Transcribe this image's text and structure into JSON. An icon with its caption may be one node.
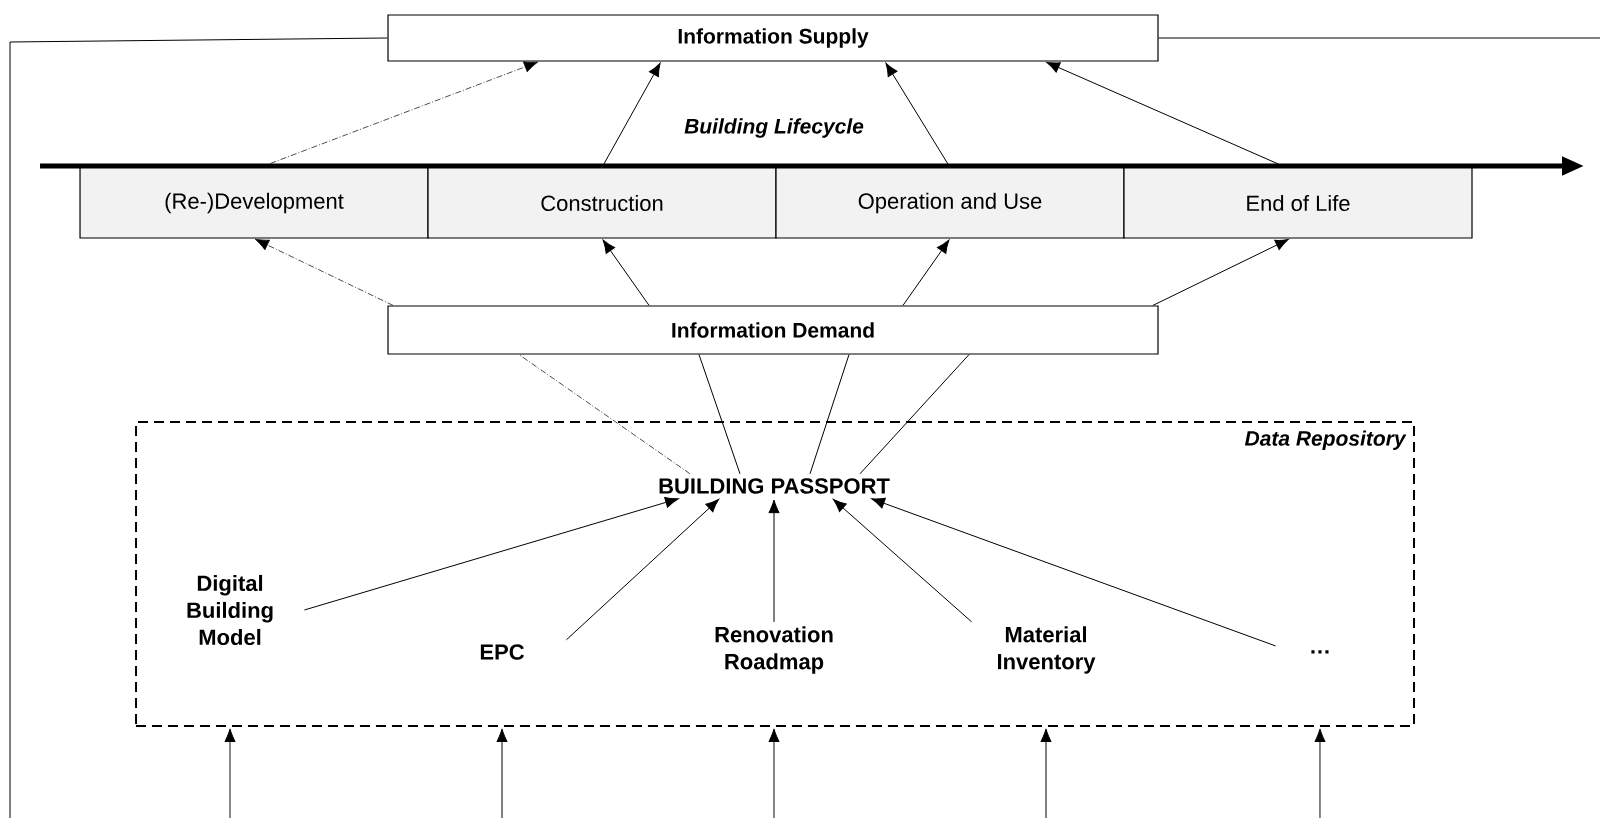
{
  "diagram": {
    "nodes": [
      {
        "text": [
          "Information Supply"
        ]
      },
      {
        "text": [
          "(Re-)Development"
        ]
      },
      {
        "text": [
          "Construction"
        ]
      },
      {
        "text": [
          "Operation and Use"
        ]
      },
      {
        "text": [
          "End of Life"
        ]
      },
      {
        "text": [
          "Information Demand"
        ]
      },
      {
        "text": [
          "Data Repository"
        ]
      },
      {
        "text": [
          "BUILDING PASSPORT"
        ],
        "in": 6
      },
      {
        "text": [
          "Digital Building Model"
        ],
        "in": 6
      },
      {
        "text": [
          "EPC"
        ],
        "in": 6
      },
      {
        "text": [
          "Renovation Roadmap"
        ],
        "in": 6
      },
      {
        "text": [
          "Material Inventory"
        ],
        "in": 6
      },
      {
        "text": [
          "…"
        ],
        "in": 6
      }
    ],
    "edges": [
      {
        "from": 1,
        "to": 0,
        "arrow": "to",
        "style": "dashed"
      },
      {
        "from": 2,
        "to": 0,
        "arrow": "to"
      },
      {
        "from": 3,
        "to": 0,
        "arrow": "to"
      },
      {
        "from": 4,
        "to": 0,
        "arrow": "to"
      },
      {
        "from": 5,
        "to": 1,
        "arrow": "to",
        "style": "dashed"
      },
      {
        "from": 5,
        "to": 2,
        "arrow": "to"
      },
      {
        "from": 5,
        "to": 3,
        "arrow": "to"
      },
      {
        "from": 5,
        "to": 4,
        "arrow": "to"
      },
      {
        "from": 7,
        "to": 5,
        "arrow": "none",
        "style": "dashed"
      },
      {
        "from": 7,
        "to": 5,
        "arrow": "none"
      },
      {
        "from": 7,
        "to": 5,
        "arrow": "none"
      },
      {
        "from": 7,
        "to": 5,
        "arrow": "none"
      },
      {
        "from": 8,
        "to": 7,
        "arrow": "to"
      },
      {
        "from": 9,
        "to": 7,
        "arrow": "to"
      },
      {
        "from": 10,
        "to": 7,
        "arrow": "to"
      },
      {
        "from": 11,
        "to": 7,
        "arrow": "to"
      },
      {
        "from": 12,
        "to": 7,
        "arrow": "to"
      },
      {
        "from": 0,
        "to": null,
        "arrow": "none"
      },
      {
        "from": 0,
        "to": null,
        "arrow": "none"
      },
      {
        "from": null,
        "to": 6,
        "arrow": "to"
      },
      {
        "from": null,
        "to": 6,
        "arrow": "to"
      },
      {
        "from": null,
        "to": 6,
        "arrow": "to"
      },
      {
        "from": null,
        "to": 6,
        "arrow": "to"
      },
      {
        "from": null,
        "to": 6,
        "arrow": "to"
      }
    ],
    "labels": [
      "Building Lifecycle"
    ]
  }
}
